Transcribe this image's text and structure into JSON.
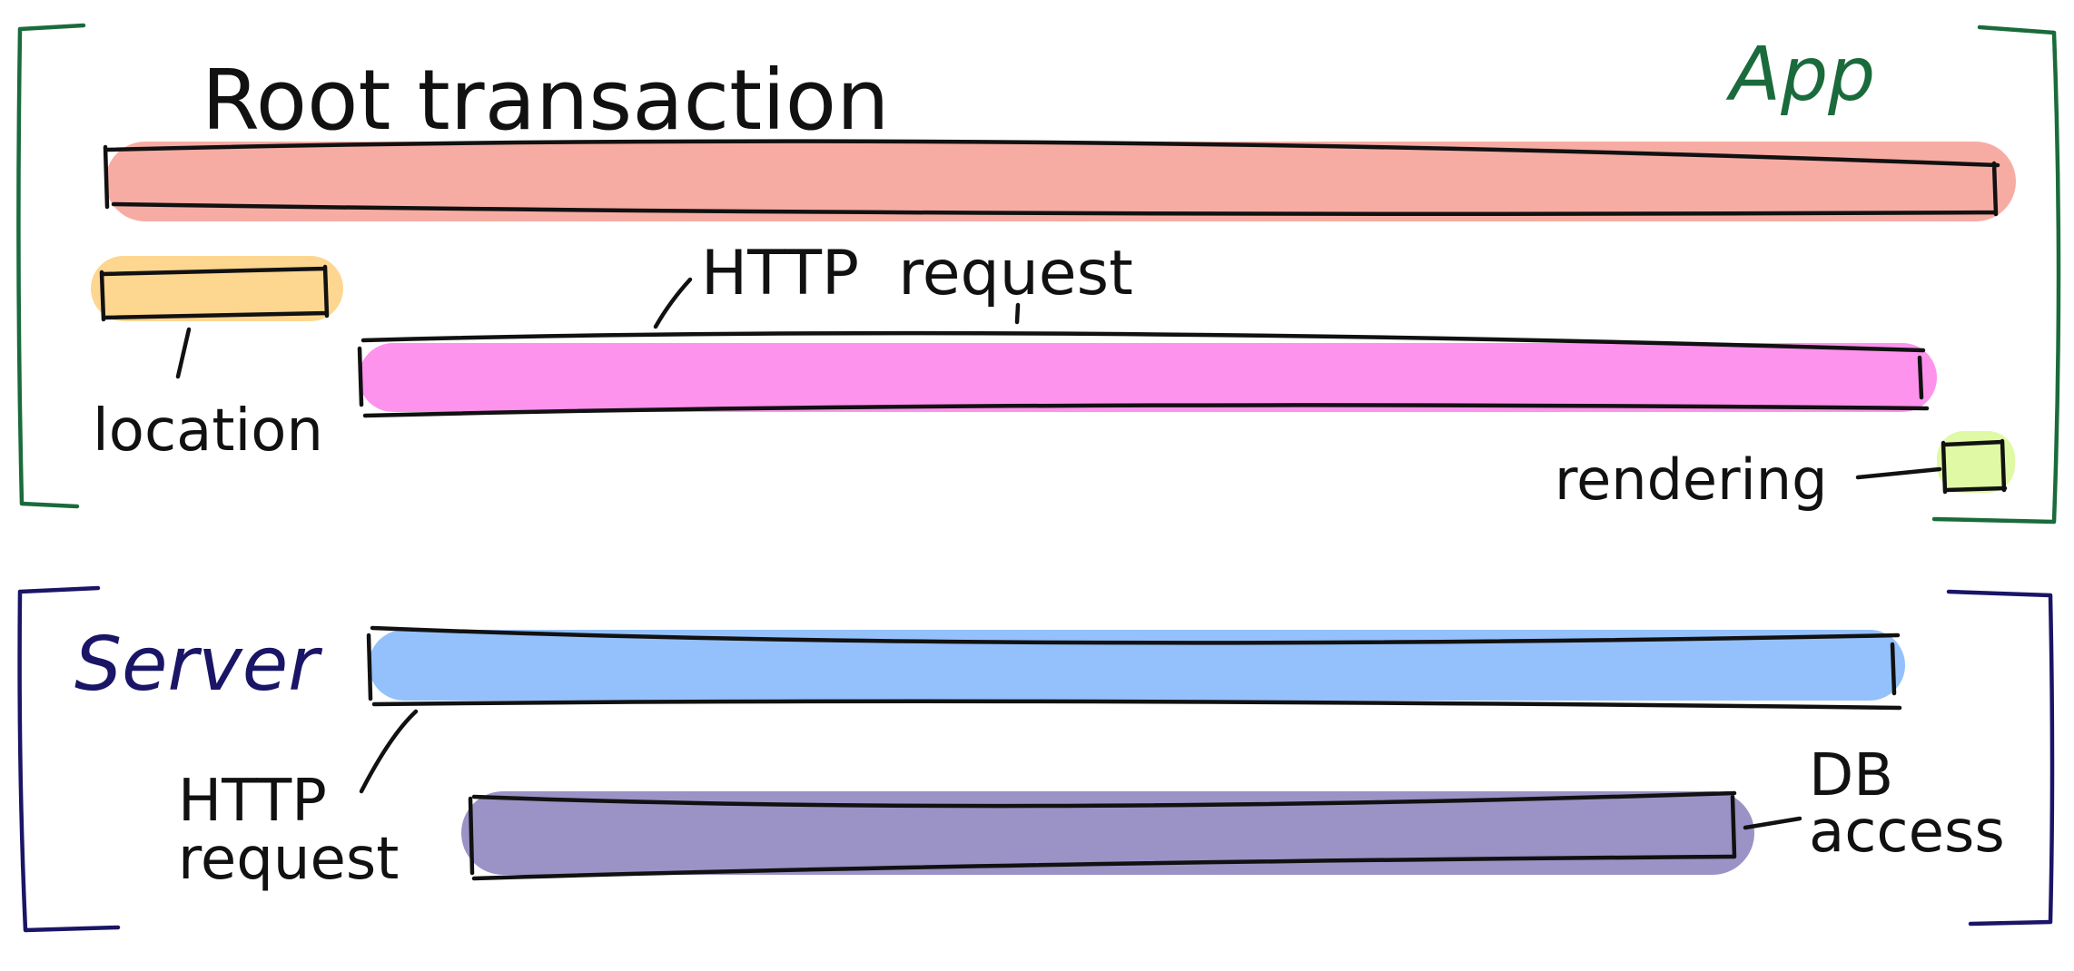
{
  "groups": {
    "app": {
      "label": "App",
      "color": "#1a6b3c"
    },
    "server": {
      "label": "Server",
      "color": "#1a1566"
    }
  },
  "spans": {
    "root_transaction": {
      "label": "Root transaction",
      "color": "#f7aca3"
    },
    "location": {
      "label": "location",
      "color": "#fdd690"
    },
    "http_request_app": {
      "label": "HTTP  request",
      "color": "#fe93ee"
    },
    "rendering": {
      "label": "rendering",
      "color": "#dff9a4"
    },
    "http_request_server": {
      "label_line1": "HTTP",
      "label_line2": "request",
      "color": "#94c1fb"
    },
    "db_access": {
      "label_line1": "DB",
      "label_line2": "access",
      "color": "#9b93c6"
    }
  }
}
